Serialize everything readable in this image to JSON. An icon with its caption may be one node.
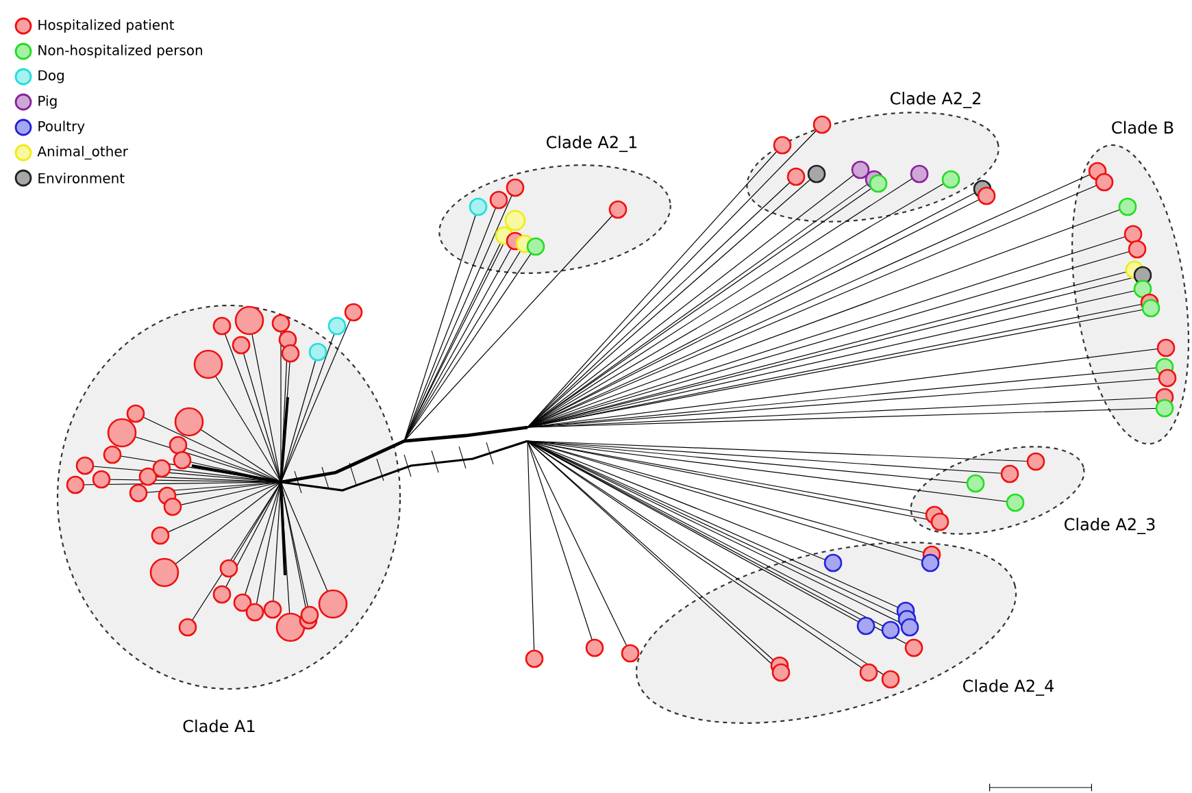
{
  "diagram": {
    "nodes": [
      {
        "text": [
          "Clade A1"
        ]
      },
      {
        "text": [
          "Clade A2_1"
        ]
      },
      {
        "text": [
          "Clade A2_2"
        ]
      },
      {
        "text": [
          "Clade B"
        ]
      },
      {
        "text": [
          "Clade A2_3"
        ]
      },
      {
        "text": [
          "Clade A2_4"
        ]
      }
    ],
    "legend": [
      {
        "text": "Hospitalized patient",
        "color": "#ee1111"
      },
      {
        "text": "Non-hospitalized person",
        "color": "#22dd22"
      },
      {
        "text": "Dog",
        "color": "#22dddd"
      },
      {
        "text": "Pig",
        "color": "#882299"
      },
      {
        "text": "Poultry",
        "color": "#2222dd"
      },
      {
        "text": "Animal_other",
        "color": "#eeee11"
      },
      {
        "text": "Environment",
        "color": "#222222"
      }
    ]
  }
}
